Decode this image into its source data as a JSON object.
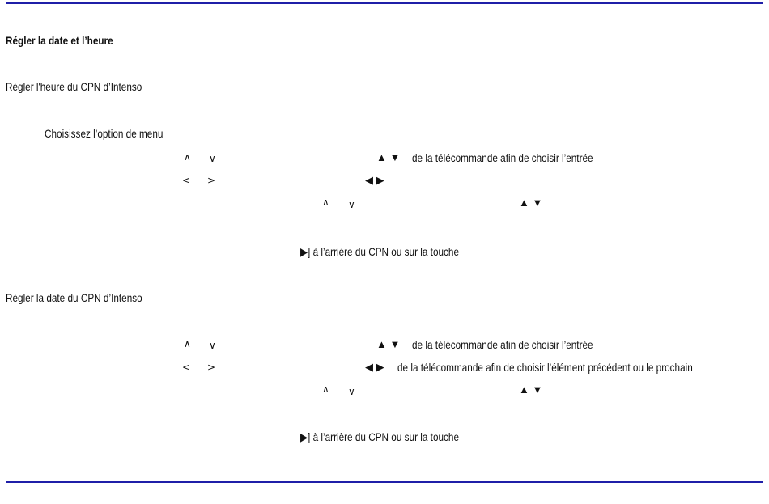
{
  "colors": {
    "rule": "#1f1fa8",
    "text": "#111111"
  },
  "heading": "Régler la date et l’heure",
  "time_section": {
    "title": "Régler l'heure du CPN d’Intenso",
    "menu_option": "Choisissez l’option de menu",
    "row1": {
      "nav_up": "∧",
      "nav_down": "∨",
      "remote_up_down": "▲ ▼",
      "text": "de la télécommande afin de choisir l’entrée"
    },
    "row2": {
      "nav_left": "<",
      "nav_right": ">",
      "remote_left_right": "◀ ▶"
    },
    "row3": {
      "nav_up": "∧",
      "nav_down": "∨",
      "remote_up_down": "▲ ▼"
    },
    "row4": {
      "text": "▶] à l’arrière du CPN ou sur la touche"
    }
  },
  "date_section": {
    "title": "Régler la date du CPN d’Intenso",
    "row1": {
      "nav_up": "∧",
      "nav_down": "∨",
      "remote_up_down": "▲ ▼",
      "text": "de la télécommande afin de choisir l’entrée"
    },
    "row2": {
      "nav_left": "<",
      "nav_right": ">",
      "remote_left_right": "◀ ▶",
      "text": "de la télécommande afin de choisir l’élément précédent ou le prochain"
    },
    "row3": {
      "nav_up": "∧",
      "nav_down": "∨",
      "remote_up_down": "▲ ▼"
    },
    "row4": {
      "text": "▶] à l’arrière du CPN ou sur la touche"
    }
  }
}
